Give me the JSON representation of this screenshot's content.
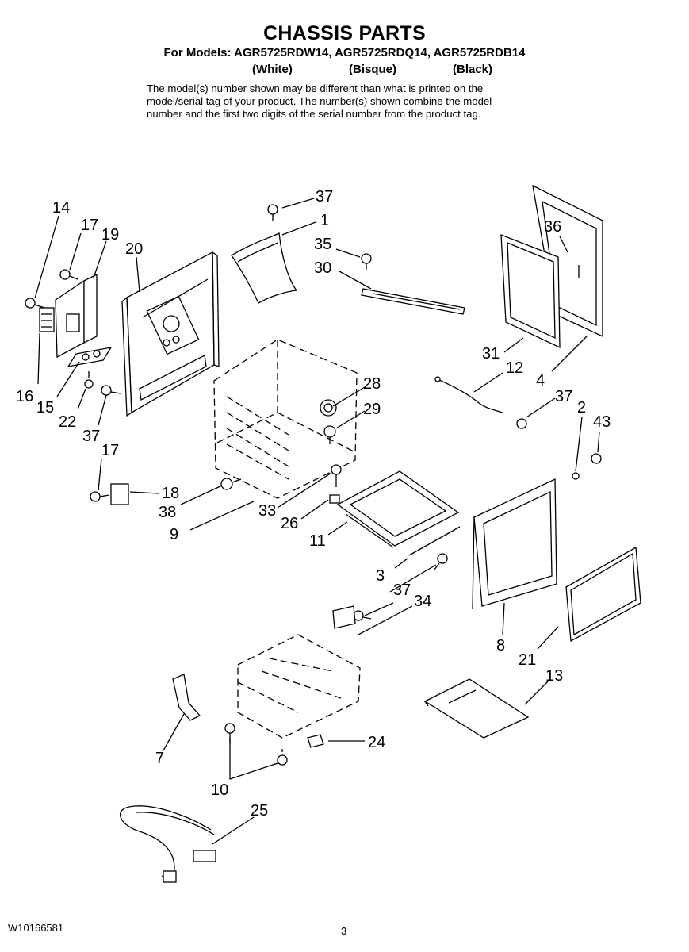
{
  "header": {
    "title": "CHASSIS PARTS",
    "models_line": "For Models: AGR5725RDW14, AGR5725RDQ14, AGR5725RDB14",
    "color_white": "(White)",
    "color_bisque": "(Bisque)",
    "color_black": "(Black)"
  },
  "note_lines": [
    "The model(s) number shown may be different than what is printed on the",
    "model/serial tag of your product. The number(s) shown combine the model",
    "number and the first two digits of the serial number from the product tag."
  ],
  "callouts": {
    "c1": "1",
    "c2": "2",
    "c3": "3",
    "c4": "4",
    "c7": "7",
    "c8": "8",
    "c9": "9",
    "c10": "10",
    "c11": "11",
    "c12": "12",
    "c13": "13",
    "c14": "14",
    "c15": "15",
    "c16": "16",
    "c17a": "17",
    "c17b": "17",
    "c18": "18",
    "c19": "19",
    "c20": "20",
    "c21": "21",
    "c22": "22",
    "c24": "24",
    "c25": "25",
    "c26": "26",
    "c28": "28",
    "c29": "29",
    "c30": "30",
    "c31": "31",
    "c33": "33",
    "c34": "34",
    "c35": "35",
    "c36": "36",
    "c37a": "37",
    "c37b": "37",
    "c37c": "37",
    "c37d": "37",
    "c38": "38",
    "c43": "43"
  },
  "footer": {
    "doc_number": "W10166581",
    "page_number": "3"
  }
}
